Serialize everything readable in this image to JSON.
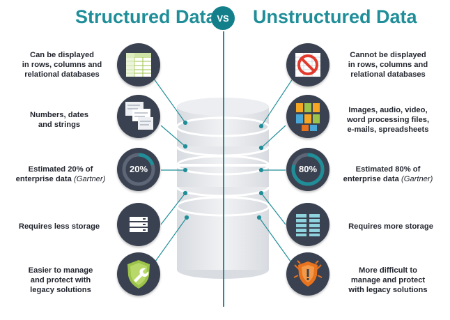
{
  "header": {
    "left_title": "Structured Data",
    "vs": "VS",
    "right_title": "Unstructured Data"
  },
  "structured": {
    "rows": [
      {
        "line1": "Can be displayed",
        "line2": "in rows, columns and",
        "line3": "relational databases",
        "icon": "table-icon"
      },
      {
        "line1": "Numbers, dates",
        "line2": "and strings",
        "icon": "data-sheets-icon"
      },
      {
        "line1": "Estimated 20% of",
        "line2_main": "enterprise data",
        "line2_italic": "(Gartner)",
        "percent": "20%",
        "icon": "percent-ring-icon"
      },
      {
        "line1": "Requires less storage",
        "icon": "small-server-icon"
      },
      {
        "line1": "Easier to manage",
        "line2": "and protect with",
        "line3": "legacy solutions",
        "icon": "wrench-shield-icon"
      }
    ]
  },
  "unstructured": {
    "rows": [
      {
        "line1": "Cannot be displayed",
        "line2": "in rows, columns and",
        "line3": "relational databases",
        "icon": "prohibited-table-icon"
      },
      {
        "line1": "Images, audio, video,",
        "line2": "word processing files,",
        "line3": "e-mails, spreadsheets",
        "icon": "file-types-icon"
      },
      {
        "line1": "Estimated 80% of",
        "line2_main": "enterprise data",
        "line2_italic": "(Gartner)",
        "percent": "80%",
        "icon": "percent-ring-icon"
      },
      {
        "line1": "Requires more storage",
        "icon": "large-server-icon"
      },
      {
        "line1": "More difficult to",
        "line2": "manage and protect",
        "line3": "with legacy solutions",
        "icon": "wrench-shield-warning-icon"
      }
    ]
  },
  "colors": {
    "teal": "#1f8e99",
    "circle": "#3a4150",
    "database": "#e6e8ec",
    "orange": "#e8731e",
    "green": "#9cc34a"
  }
}
